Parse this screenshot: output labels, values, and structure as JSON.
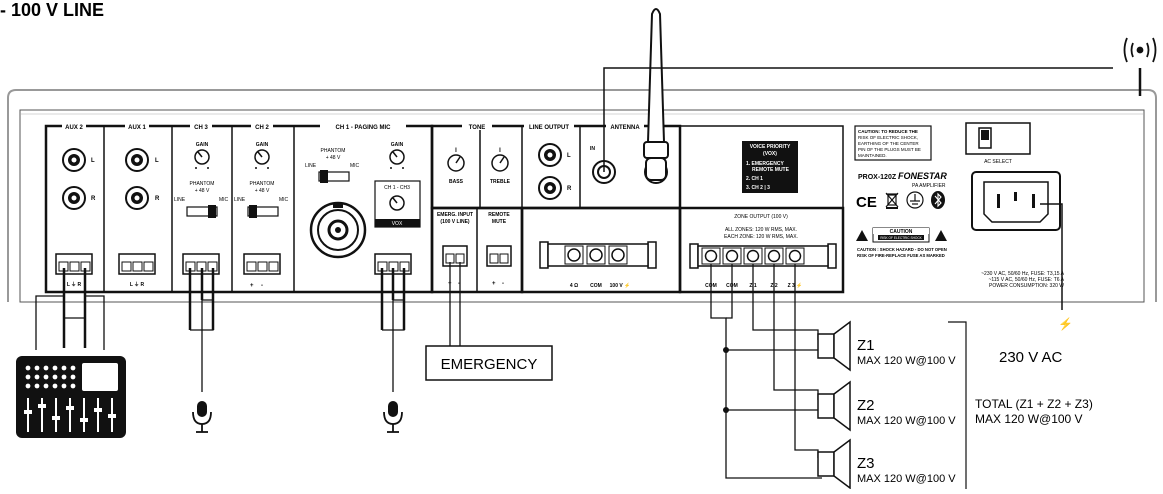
{
  "title": "- 100 V LINE",
  "panel": {
    "sections": {
      "aux2": "AUX 2",
      "aux1": "AUX 1",
      "ch3": "CH 3",
      "ch2": "CH 2",
      "ch1": "CH 1 - PAGING MIC",
      "tone": "TONE",
      "line_output": "LINE OUTPUT",
      "antenna": "ANTENNA"
    },
    "labels": {
      "L": "L",
      "R": "R",
      "gain": "GAIN",
      "phantom": "PHANTOM",
      "phantom_v": "+ 48 V",
      "line": "LINE",
      "mic": "MIC",
      "ch1_ch3": "CH 1 - CH3",
      "vox": "VOX",
      "bass": "BASS",
      "treble": "TREBLE",
      "in": "IN",
      "emerg_input_1": "EMERG. INPUT",
      "emerg_input_2": "(100 V LINE)",
      "remote_1": "REMOTE",
      "remote_2": "MUTE",
      "term_plus": "+",
      "term_minus": "-",
      "aux_term": "L ⏚ R",
      "ohm4": "4 Ω",
      "com": "COM",
      "v100": "100 V ⚡"
    },
    "voice_priority": {
      "title": "VOICE PRIORITY",
      "sub": "(VOX)",
      "l1": "1. EMERGENCY",
      "l1b": "REMOTE MUTE",
      "l2": "2. CH 1",
      "l3": "3. CH 2 | 3"
    },
    "zone_output": {
      "title": "ZONE OUTPUT (100 V)",
      "line1": "ALL ZONES: 120 W RMS, MAX.",
      "line2": "EACH ZONE: 120 W RMS, MAX.",
      "t1": "COM",
      "t2": "COM",
      "t3": "Z 1",
      "t4": "Z 2",
      "t5": "Z 3 ⚡"
    },
    "right": {
      "caution_1": "CAUTION: TO REDUCE THE",
      "caution_2": "RISK OF ELECTRIC SHOCK,",
      "caution_3": "EARTHING OF THE CENTER",
      "caution_4": "PIN OF THE PLUGS MUST BE",
      "caution_5": "MAINTAINED.",
      "ac_select": "AC SELECT",
      "model": "PROX-120Z",
      "brand": "FONESTAR",
      "pa_amplifier": "PA AMPLIFIER",
      "ce": "CE",
      "caution_box": "CAUTION",
      "caution_small": "RISK OF ELECTRIC SHOCK",
      "warn1": "CAUTION : SHOCK HAZARD - DO NOT OPEN",
      "warn2": "RISK OF FIRE-REPLACE FUSE AS MARKED",
      "spec1": "~230 V AC, 50/60 Hz, FUSE: T3,15 A",
      "spec2": "~115 V AC, 50/60 Hz, FUSE: T6 A",
      "spec3": "POWER CONSUMPTION: 320 W"
    }
  },
  "external": {
    "emergency": "EMERGENCY",
    "ac_label": "230 V AC",
    "z1": "Z1",
    "z1_spec": "MAX 120 W@100 V",
    "z2": "Z2",
    "z2_spec": "MAX 120 W@100 V",
    "z3": "Z3",
    "z3_spec": "MAX 120 W@100 V",
    "total_1": "TOTAL (Z1 + Z2 + Z3)",
    "total_2": "MAX 120 W@100 V"
  },
  "icons": {
    "wifi": "wireless-signal-icon",
    "mixer": "mixer-console-icon",
    "mic": "microphone-icon",
    "speaker": "speaker-icon",
    "plug": "power-plug-icon"
  }
}
